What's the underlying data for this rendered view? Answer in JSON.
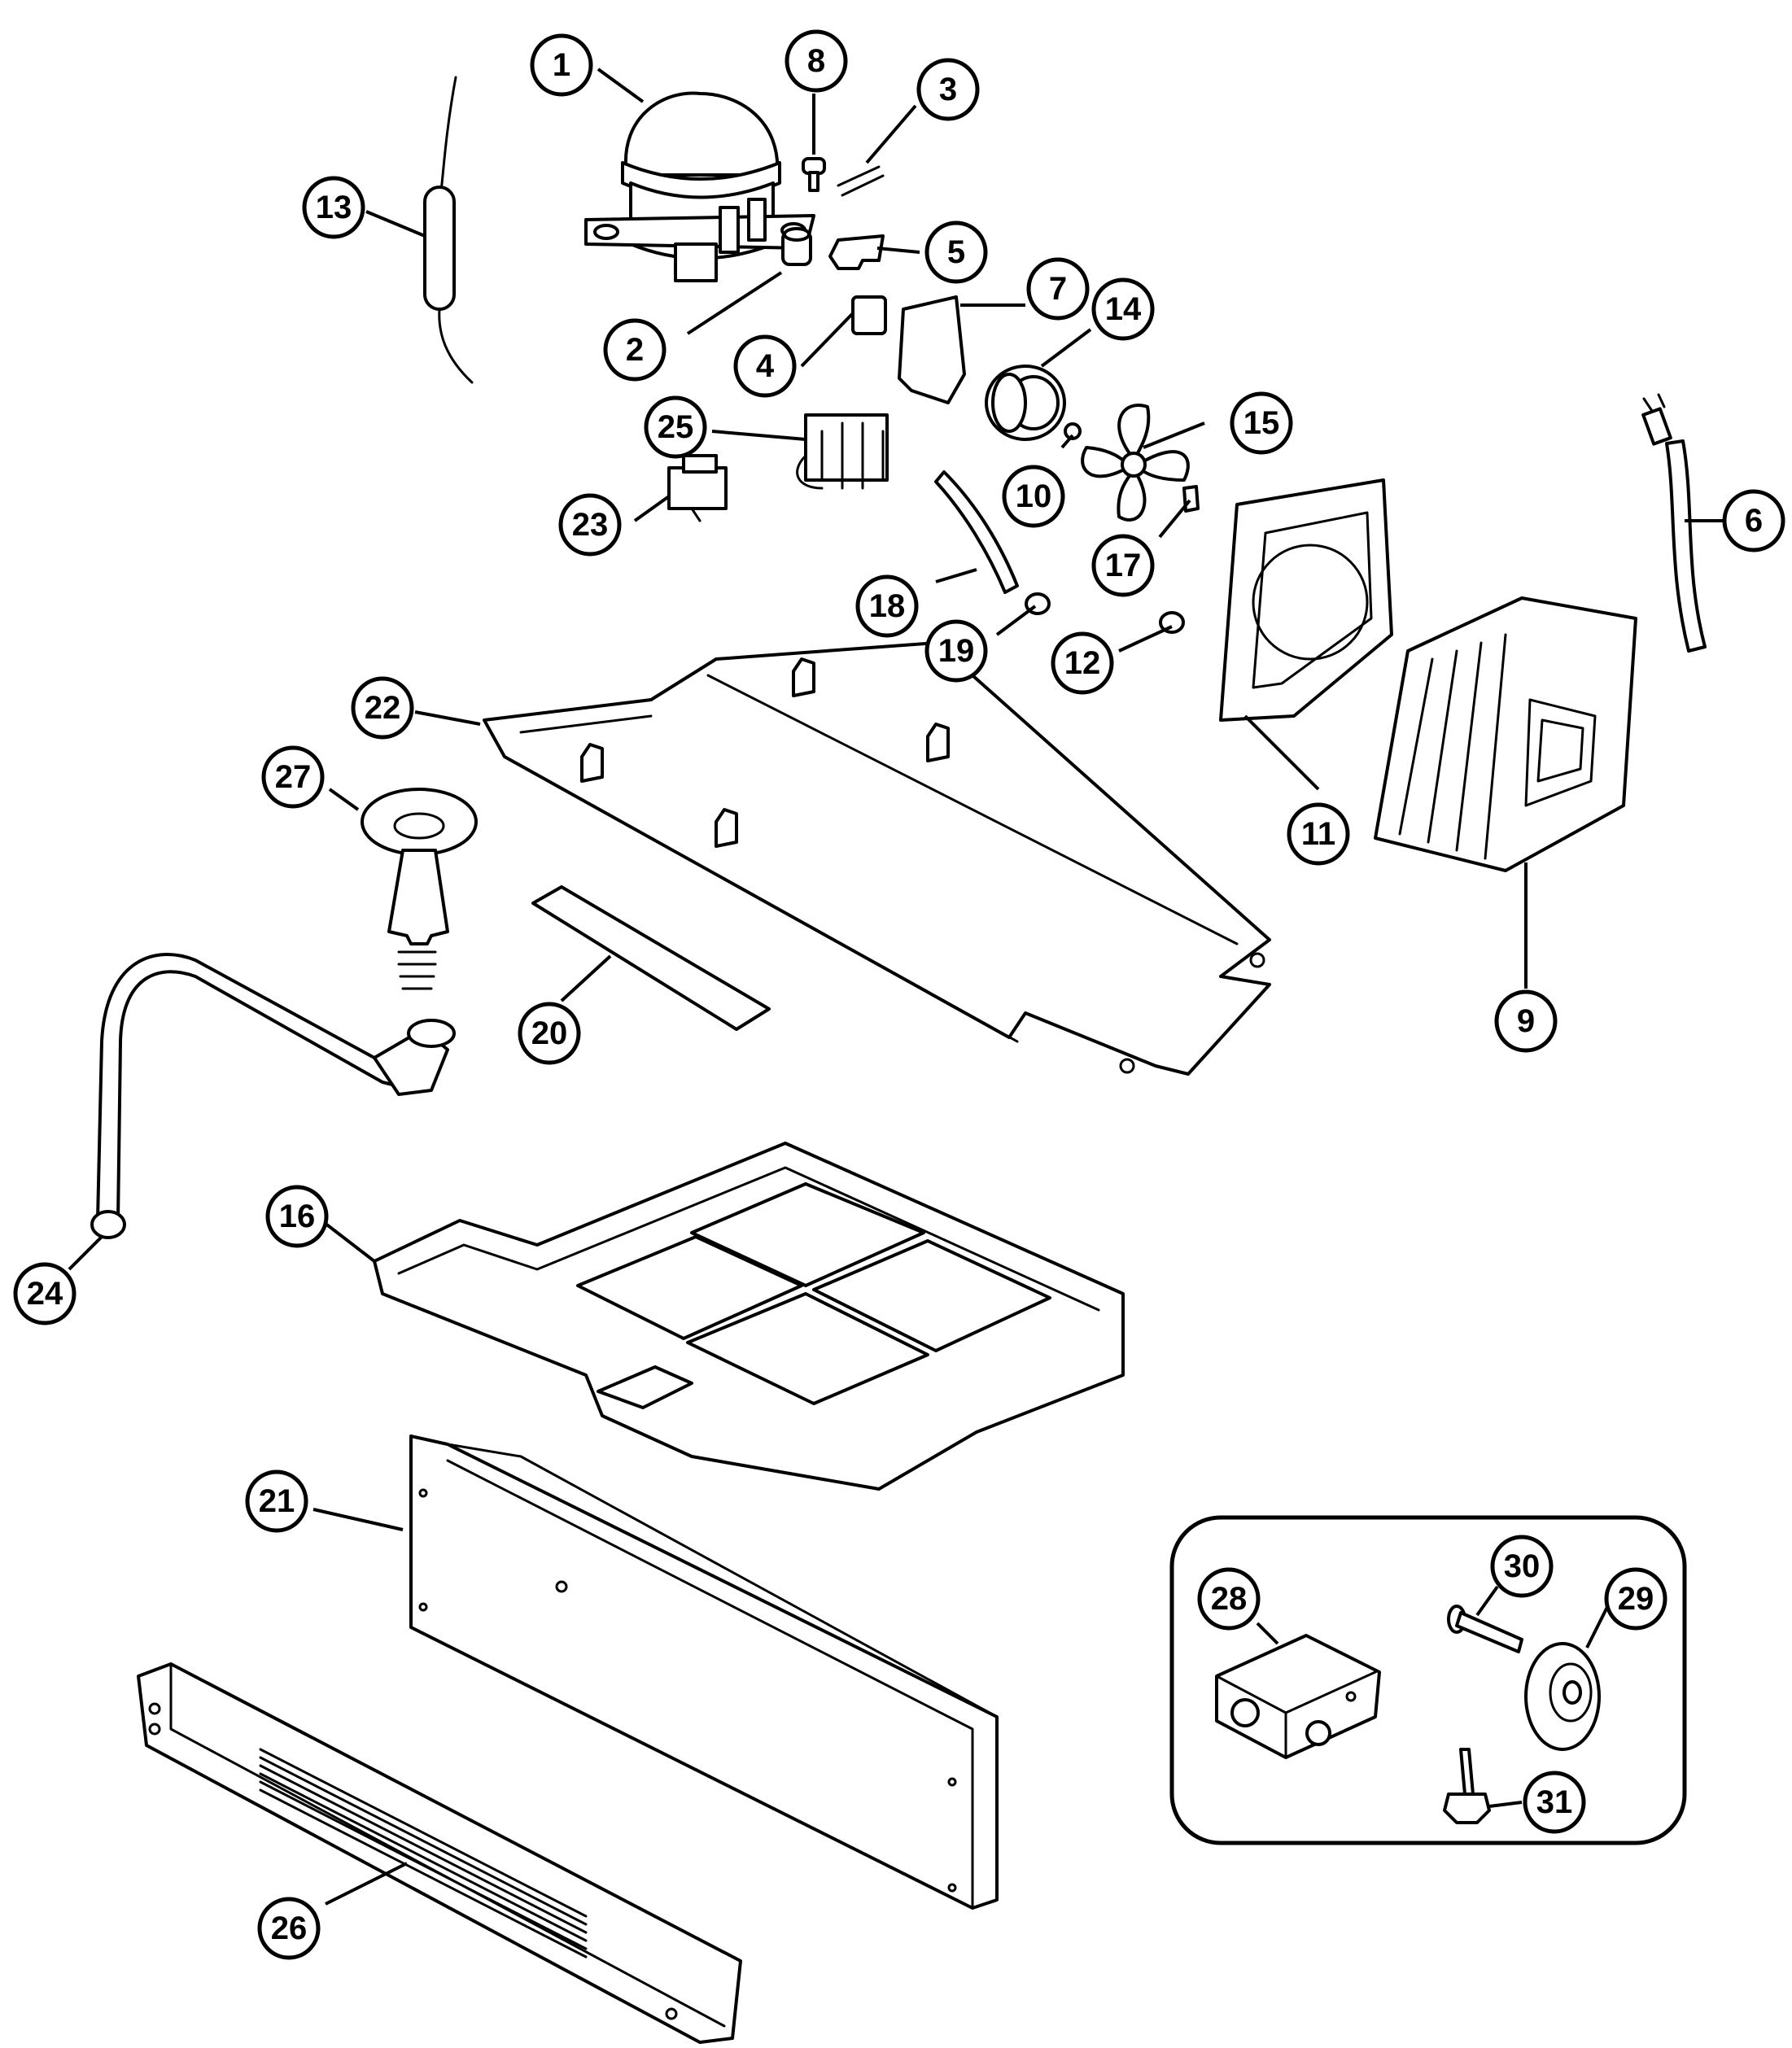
{
  "callouts": [
    {
      "label": "1"
    },
    {
      "label": "2"
    },
    {
      "label": "3"
    },
    {
      "label": "4"
    },
    {
      "label": "5"
    },
    {
      "label": "6"
    },
    {
      "label": "7"
    },
    {
      "label": "8"
    },
    {
      "label": "9"
    },
    {
      "label": "10"
    },
    {
      "label": "11"
    },
    {
      "label": "12"
    },
    {
      "label": "13"
    },
    {
      "label": "14"
    },
    {
      "label": "15"
    },
    {
      "label": "16"
    },
    {
      "label": "17"
    },
    {
      "label": "18"
    },
    {
      "label": "19"
    },
    {
      "label": "20"
    },
    {
      "label": "21"
    },
    {
      "label": "22"
    },
    {
      "label": "23"
    },
    {
      "label": "24"
    },
    {
      "label": "25"
    },
    {
      "label": "26"
    },
    {
      "label": "27"
    },
    {
      "label": "28"
    },
    {
      "label": "29"
    },
    {
      "label": "30"
    },
    {
      "label": "31"
    }
  ],
  "colors": {
    "ink": "#000000",
    "paper": "#ffffff"
  }
}
